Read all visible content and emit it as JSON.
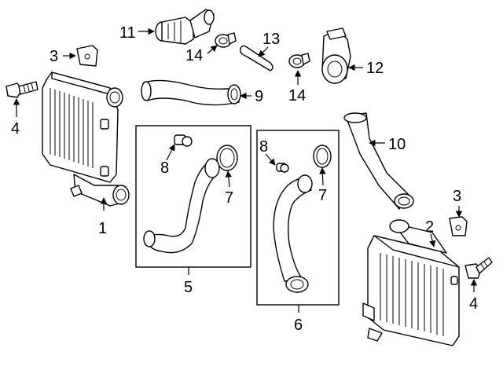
{
  "callouts": {
    "c1": "1",
    "c2": "2",
    "c3a": "3",
    "c3b": "3",
    "c4a": "4",
    "c4b": "4",
    "c5": "5",
    "c6": "6",
    "c7a": "7",
    "c7b": "7",
    "c8a": "8",
    "c8b": "8",
    "c9": "9",
    "c10": "10",
    "c11": "11",
    "c12": "12",
    "c13": "13",
    "c14a": "14",
    "c14b": "14"
  }
}
